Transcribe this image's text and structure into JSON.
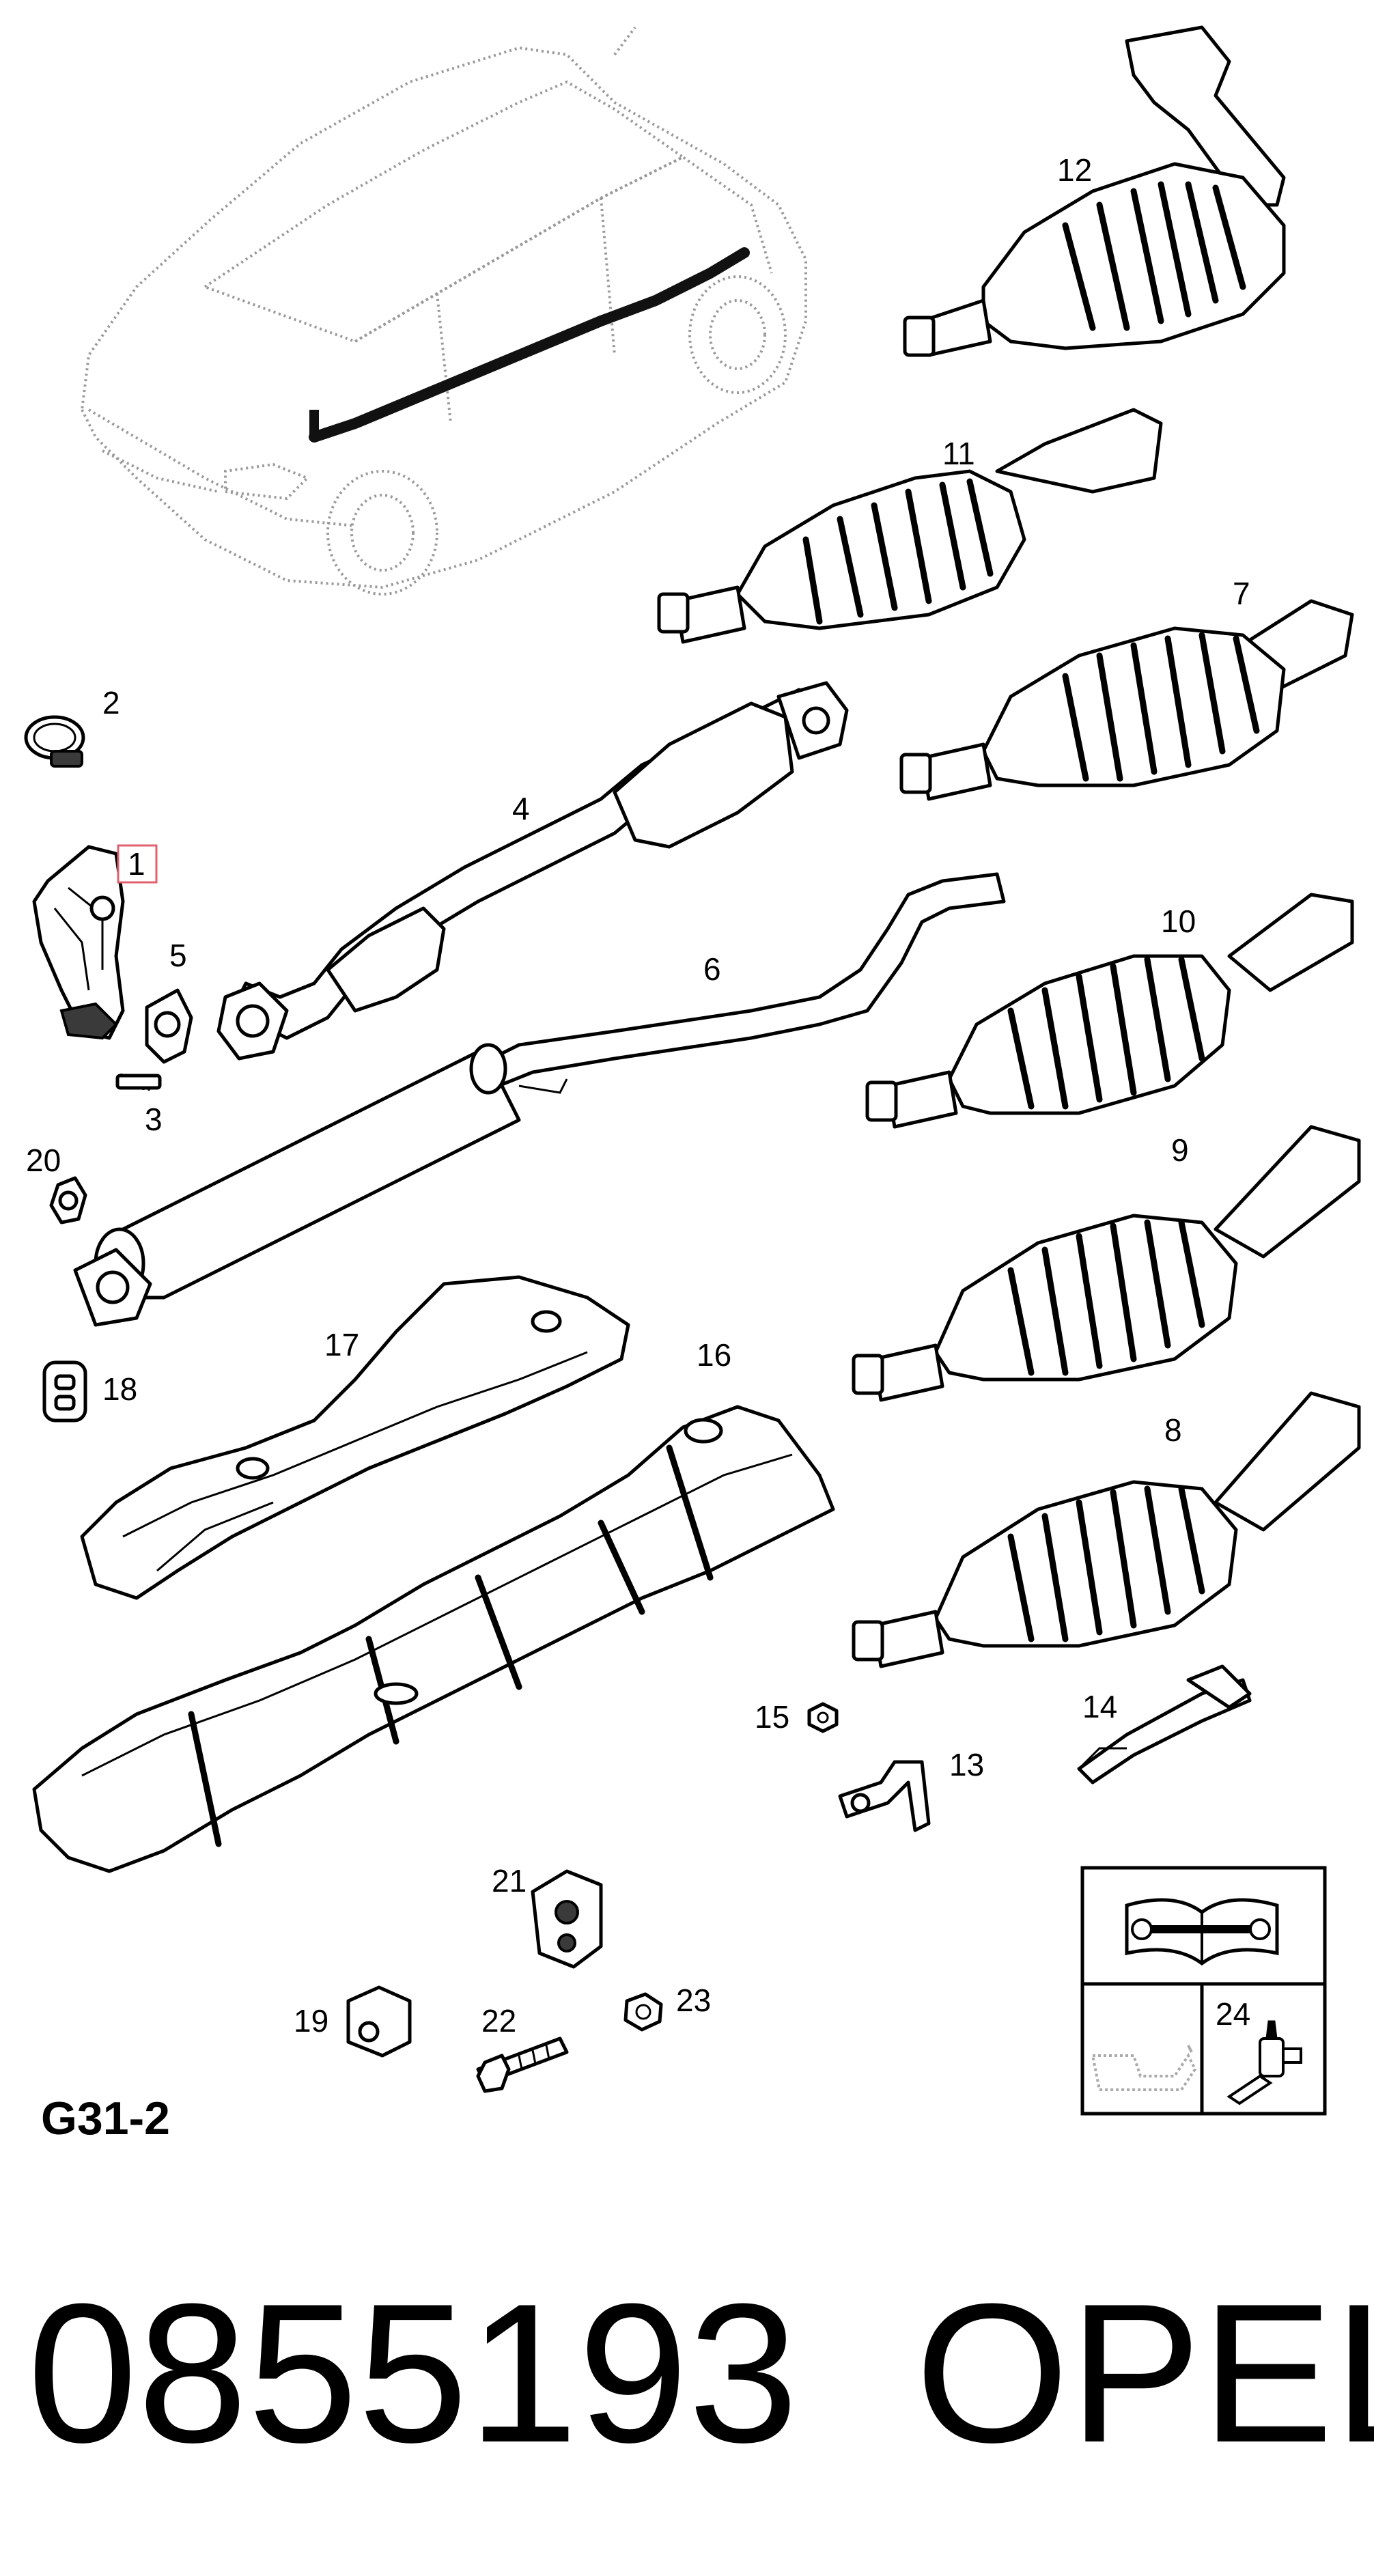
{
  "diagram": {
    "code": "G31-2",
    "part_number": "0855193",
    "brand": "OPEL",
    "highlighted_callout": "1",
    "callouts": [
      "1",
      "2",
      "3",
      "4",
      "5",
      "6",
      "7",
      "8",
      "9",
      "10",
      "11",
      "12",
      "13",
      "14",
      "15",
      "16",
      "17",
      "18",
      "19",
      "20",
      "21",
      "22",
      "23",
      "24"
    ],
    "colors": {
      "line": "#000000",
      "car_outline": "#9a9a9a",
      "highlight_box": "#e06070",
      "shading": "#3a3a3a"
    },
    "icons": [
      "service-manual-icon",
      "oil-can-icon",
      "sealant-tube-icon"
    ]
  }
}
